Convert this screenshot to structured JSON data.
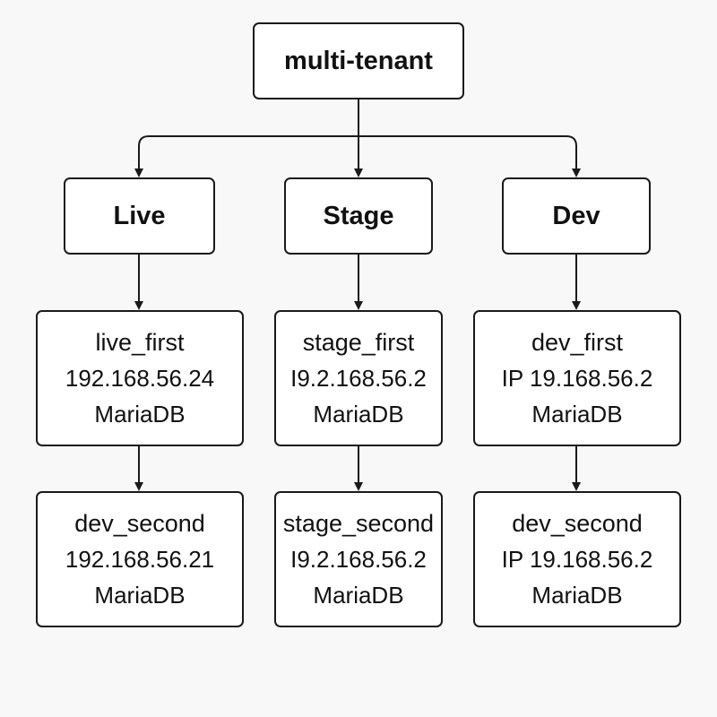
{
  "root": {
    "label": "multi-tenant"
  },
  "environments": [
    {
      "label": "Live",
      "servers": [
        {
          "name": "live_first",
          "ip": "192.168.56.24",
          "db": "MariaDB"
        },
        {
          "name": "dev_second",
          "ip": "192.168.56.21",
          "db": "MariaDB"
        }
      ]
    },
    {
      "label": "Stage",
      "servers": [
        {
          "name": "stage_first",
          "ip": "I9.2.168.56.2",
          "db": "MariaDB"
        },
        {
          "name": "stage_second",
          "ip": "I9.2.168.56.2",
          "db": "MariaDB"
        }
      ]
    },
    {
      "label": "Dev",
      "servers": [
        {
          "name": "dev_first",
          "ip": "IP 19.168.56.2",
          "db": "MariaDB"
        },
        {
          "name": "dev_second",
          "ip": "IP 19.168.56.2",
          "db": "MariaDB"
        }
      ]
    }
  ],
  "colors": {
    "line": "#1a1a1a",
    "box_border": "#1a1a1a",
    "box_fill": "#ffffff",
    "background": "#f8f8f8"
  }
}
